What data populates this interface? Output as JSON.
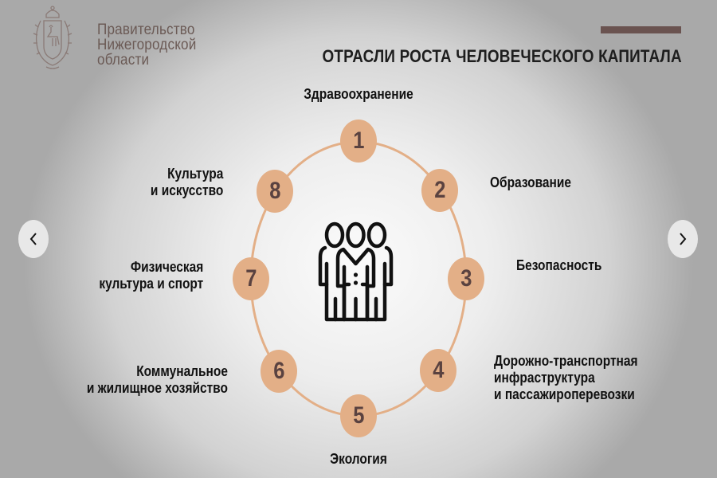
{
  "header": {
    "org_name_lines": [
      "Правительство",
      "Нижегородской",
      "области"
    ],
    "title": "ОТРАСЛИ РОСТА ЧЕЛОВЕЧЕСКОГО КАПИТАЛА",
    "emblem_icon": "coat-of-arms-icon"
  },
  "colors": {
    "accent_bar": "#6a5350",
    "node_fill": "#e3af87",
    "node_text": "#5a4240",
    "ring_stroke": "#e3af87",
    "org_text": "#6b5a55"
  },
  "center_icon": "people-group-icon",
  "nodes": [
    {
      "number": "1",
      "label": [
        "Здравоохранение"
      ]
    },
    {
      "number": "2",
      "label": [
        "Образование"
      ]
    },
    {
      "number": "3",
      "label": [
        "Безопасность"
      ]
    },
    {
      "number": "4",
      "label": [
        "Дорожно-транспортная",
        "инфраструктура",
        "и пассажироперевозки"
      ]
    },
    {
      "number": "5",
      "label": [
        "Экология"
      ]
    },
    {
      "number": "6",
      "label": [
        "Коммунальное",
        "и жилищное хозяйство"
      ]
    },
    {
      "number": "7",
      "label": [
        "Физическая",
        "культура и спорт"
      ]
    },
    {
      "number": "8",
      "label": [
        "Культура",
        "и искусство"
      ]
    }
  ],
  "navigation": {
    "prev_icon": "chevron-left-icon",
    "next_icon": "chevron-right-icon"
  }
}
